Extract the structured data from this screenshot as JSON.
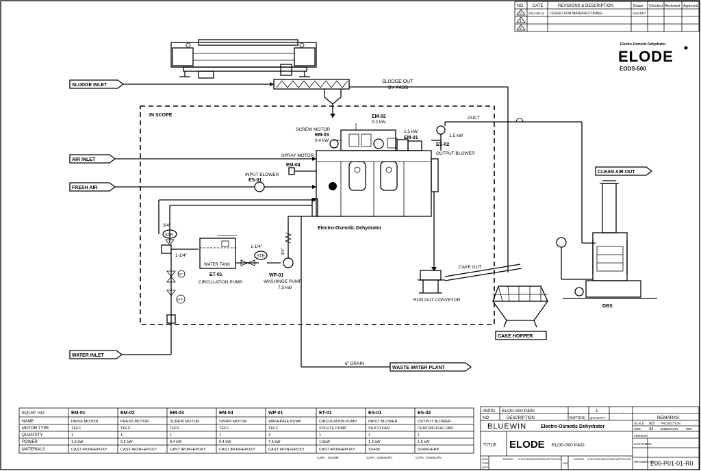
{
  "revision_table": {
    "headers": [
      "NO.",
      "DATE",
      "REVISIONS & DESCRIPTION",
      "Drawn",
      "Checked",
      "Reviewed",
      "Approved"
    ],
    "rows": [
      {
        "no": "0",
        "date": "2024-08-15",
        "description": "ISSUED FOR MANUFACTURING",
        "drawn": "VINCENT"
      },
      {
        "no": "1",
        "date": "",
        "description": "",
        "drawn": ""
      },
      {
        "no": "2",
        "date": "",
        "description": "",
        "drawn": ""
      },
      {
        "no": "3",
        "date": "",
        "description": "",
        "drawn": ""
      }
    ]
  },
  "brand": {
    "tagline": "Electro-Osmotic Dehydrator",
    "logo_text": "ELODE",
    "model": "EODS-500"
  },
  "labels": {
    "sludge_inlet": "SLUDGE INLET",
    "air_inlet": "AIR INLET",
    "fresh_air": "FRESH AIR",
    "water_inlet": "WATER INLET",
    "clean_air_out": "CLEAN AIR OUT",
    "cake_hopper": "CAKE HOPPER",
    "waste_water_plant": "WASTE WATER PLANT",
    "in_scope": "IN SCOPE",
    "sludge_out_1": "SLUDGE OUT",
    "sludge_out_2": "BY PASS",
    "duct": "DUCT",
    "screw_motor": "SCREW MOTOR",
    "em03": "EM-03",
    "em03_kw": "0.4 kW",
    "em02": "EM-02",
    "em02_kw": "0.2 kW",
    "em01": "EM-01",
    "em01_kw": "1.5 kW",
    "es02_kw": "1.5 kW",
    "es02": "ES-02",
    "output_blower": "OUTPUT BLOWER",
    "spray_motor": "SPRAY MOTOR",
    "em04": "EM-04",
    "input_blower": "INPUT BLOWER",
    "es01": "ES-01",
    "dehydrator": "Electro-Osmotic Dehydrator",
    "pipe_34a": "3/4\"",
    "str_a": "STR",
    "pipe_114a": "1-1/4\"",
    "pipe_114b": "1-1/4\"",
    "str_b": "STR",
    "pipe_34b": "3/4\"",
    "water_tank": "WATER TANK",
    "et01": "ET-01",
    "circulation_pump": "CIRCULATION PUMP",
    "wp01": "WP-01",
    "washing_pump": "WASHINGE PUMP",
    "washing_kw": "7.5 kW",
    "cake_out": "CAKE OUT",
    "run_out_conveyor": "RUN OUT CONVEYOR",
    "dbs": "DBS",
    "drain": "6\" DRAIN",
    "sy": "SY",
    "str_c": "STR"
  },
  "equipment_table": {
    "header_label": "EQUIP. NO.",
    "row_labels": [
      "NAME",
      "MOTOR TYPE",
      "QUANTITY",
      "POWER",
      "MATERIALS"
    ],
    "columns": [
      {
        "no": "EM-01",
        "cells": [
          "DRIVE MOTOR",
          "TEFC",
          "1",
          "1.5 kW",
          "CAST IRON+EPOXY"
        ]
      },
      {
        "no": "EM-02",
        "cells": [
          "PRESS MOTOR",
          "TEFC",
          "1",
          "0.2 kW",
          "CAST IRON+EPOXY"
        ]
      },
      {
        "no": "EM-03",
        "cells": [
          "SCREW MOTOR",
          "TEFC",
          "1",
          "0.4 kW",
          "CAST IRON+EPOXY"
        ]
      },
      {
        "no": "EM-04",
        "cells": [
          "SPRAY MOTOR",
          "TEFC",
          "1",
          "0.4 kW",
          "CAST IRON+EPOXY"
        ]
      },
      {
        "no": "WP-01",
        "cells": [
          "WASHINGE PUMP",
          "TEFC",
          "1",
          "7.5 kW",
          "CAST IRON+EPOXY"
        ]
      },
      {
        "no": "ET-01",
        "cells": [
          "CIRCULATION PUMP",
          "VOLUTE PUMP",
          "1",
          "1.5kW",
          "CAST IRON+EPOXY"
        ]
      },
      {
        "no": "ES-01",
        "cells": [
          "INPUT BLOWER",
          "SILICO FAN",
          "1",
          "1.2 kW",
          "SS400"
        ]
      },
      {
        "no": "ES-02",
        "cells": [
          "OUTPUT BLOWER",
          "CENTRIFUGAL FAN",
          "1",
          "1.5 kW",
          "SS400+FRP"
        ]
      }
    ],
    "notes": [
      "CAPA : 10m3/hr",
      "CAPA : 3,600m3/hr",
      "CAPA : 3,600m3/hr"
    ]
  },
  "title_block": {
    "doc_code": "05P01",
    "doc_title": "ELOD-500  P&ID",
    "rev_marks": [
      "1",
      "-",
      "-",
      "-"
    ],
    "no_label": "NO",
    "description_label": "DESCRIPTION",
    "mat_label": "MAT'(KS)",
    "qty_label": "QUANTITY",
    "remarks": "REMARKS",
    "company": "BLUEWIN",
    "product": "Electro-Osmotic Dehydrator",
    "scale_label": "SCALE",
    "scale_value": "N/S",
    "projection_label": "PROJECTION",
    "size_label": "SIZE",
    "size_value": "A3",
    "dimension_label": "DIMENSION",
    "dimension_value": "mm",
    "title_label": "TITLE",
    "logo_text": "ELODE",
    "title_value": "ELOD-500  P&ID",
    "version_label": "VERSION",
    "customer_label": "CUSTOMER",
    "drawing_no_label": "DRAWING NO.",
    "drawing_no": "E05-P01-01-R0",
    "sign_labels": [
      "DRAWN",
      "CHECKED",
      "REVIEWED",
      "APPROVED"
    ],
    "side_labels": [
      "SIGN",
      "TURE",
      "DATE"
    ],
    "unit_label": "UNIT"
  }
}
